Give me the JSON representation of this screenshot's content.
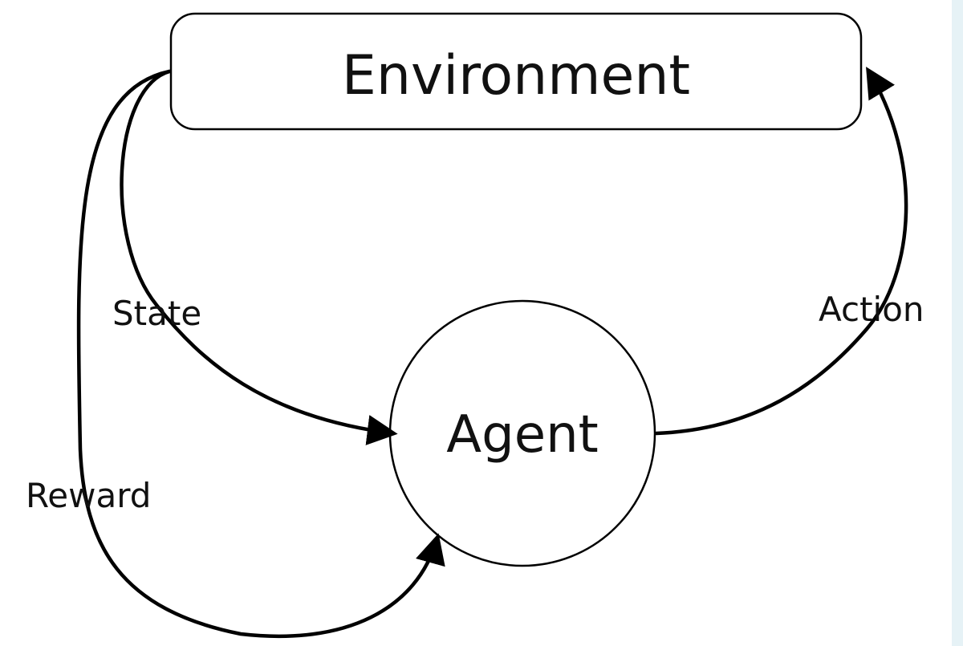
{
  "diagram": {
    "nodes": {
      "environment": {
        "label": "Environment",
        "shape": "rounded-rectangle"
      },
      "agent": {
        "label": "Agent",
        "shape": "circle"
      }
    },
    "edges": [
      {
        "id": "state",
        "label": "State",
        "from": "environment",
        "to": "agent"
      },
      {
        "id": "reward",
        "label": "Reward",
        "from": "environment",
        "to": "agent"
      },
      {
        "id": "action",
        "label": "Action",
        "from": "agent",
        "to": "environment"
      }
    ],
    "colors": {
      "stroke": "#000000",
      "text": "#111111",
      "background": "#ffffff",
      "edge_stripe": "#e6f2f6"
    }
  }
}
